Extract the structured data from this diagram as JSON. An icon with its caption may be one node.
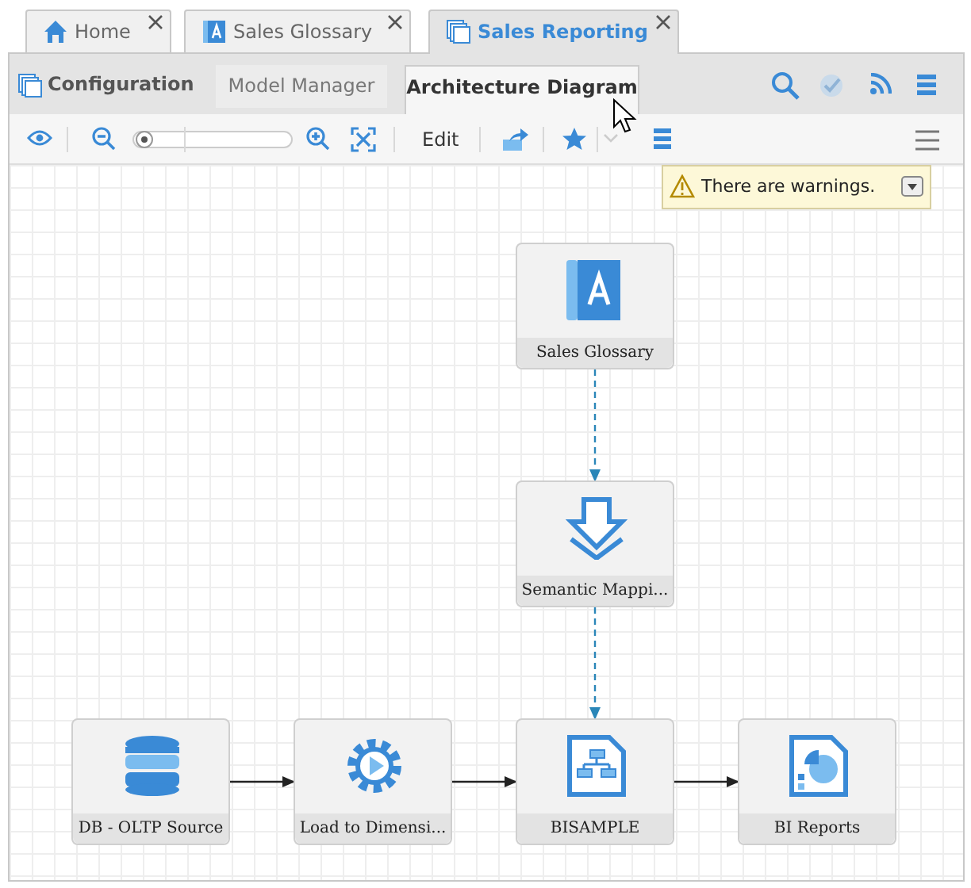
{
  "diagram": {
    "nodes": [
      {
        "text": [
          "Sales Glossary"
        ]
      },
      {
        "text": [
          "Semantic Mappi..."
        ]
      },
      {
        "text": [
          "DB - OLTP Source"
        ]
      },
      {
        "text": [
          "Load to Dimensi..."
        ]
      },
      {
        "text": [
          "BISAMPLE"
        ]
      },
      {
        "text": [
          "BI Reports"
        ]
      }
    ],
    "edges": [
      {
        "from": 0,
        "to": 1,
        "arrow": "to",
        "style": "dashed",
        "color": "#2a86b8"
      },
      {
        "from": 1,
        "to": 4,
        "arrow": "to",
        "style": "dashed",
        "color": "#2a86b8"
      },
      {
        "from": 2,
        "to": 3,
        "arrow": "to"
      },
      {
        "from": 3,
        "to": 4,
        "arrow": "to"
      },
      {
        "from": 4,
        "to": 5,
        "arrow": "to"
      }
    ],
    "labels": [
      "Home",
      "Sales Glossary",
      "Sales Reporting",
      "Configuration",
      "Model Manager",
      "Architecture Diagram",
      "Edit",
      "There are warnings."
    ]
  }
}
